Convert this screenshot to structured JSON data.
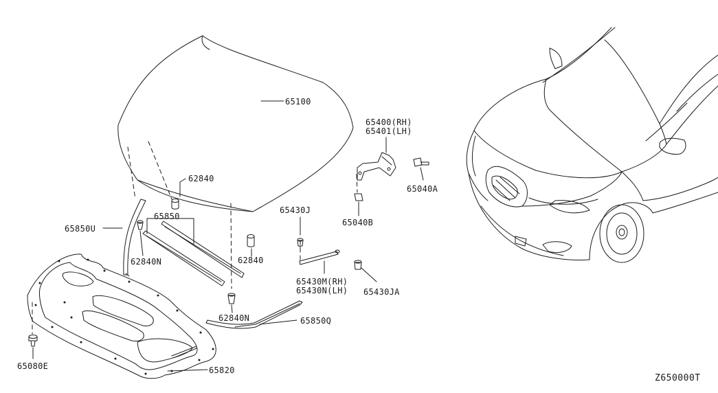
{
  "diagram": {
    "labels": {
      "hood": "65100",
      "hinge_rh": "65400(RH)",
      "hinge_lh": "65401(LH)",
      "bolt_hinge": "65040A",
      "nut_hinge": "65040B",
      "bumper_upper": "62840",
      "bumper_lower": "62840",
      "seal_side": "65850U",
      "seal_front": "65850",
      "bumper_n_left": "62840N",
      "bumper_n_mid": "62840N",
      "stay_clip": "65430J",
      "stay_rh": "65430M(RH)",
      "stay_lh": "65430N(LH)",
      "stay_clip_a": "65430JA",
      "seal_rear": "65850Q",
      "insulator": "65820",
      "clip_insulator": "65080E"
    },
    "reference_code": "Z650000T"
  }
}
